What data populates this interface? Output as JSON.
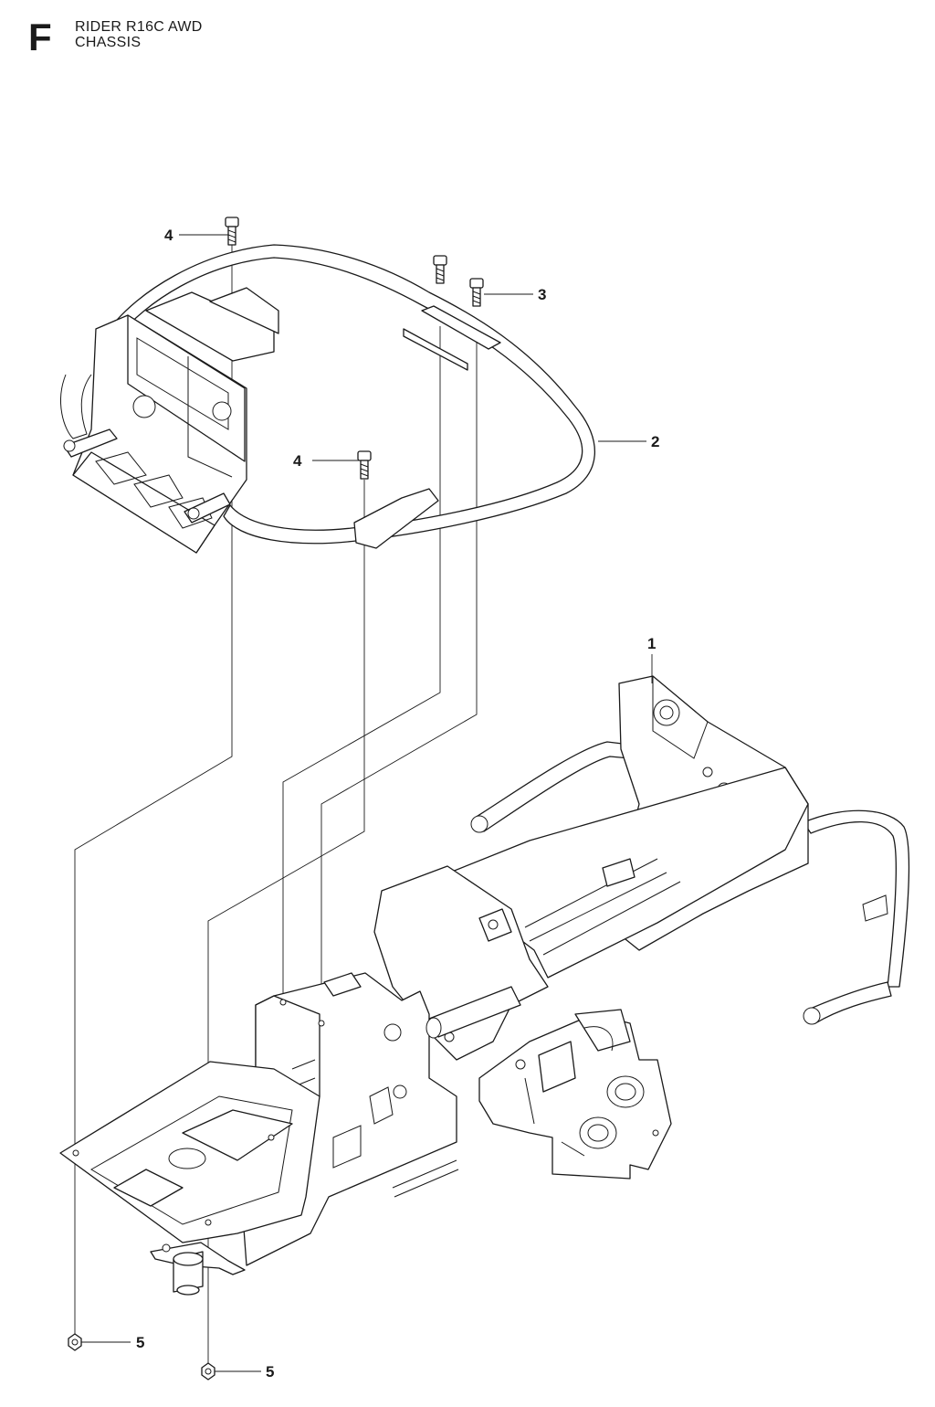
{
  "header": {
    "section_letter": "F",
    "model": "RIDER R16C AWD",
    "section": "CHASSIS"
  },
  "callouts": [
    {
      "id": "c1",
      "label": "1",
      "part": "frame"
    },
    {
      "id": "c2",
      "label": "2",
      "part": "roll-bar"
    },
    {
      "id": "c3",
      "label": "3",
      "part": "bolt"
    },
    {
      "id": "c4a",
      "label": "4",
      "part": "bolt"
    },
    {
      "id": "c4b",
      "label": "4",
      "part": "bolt"
    },
    {
      "id": "c5a",
      "label": "5",
      "part": "nut"
    },
    {
      "id": "c5b",
      "label": "5",
      "part": "nut"
    }
  ]
}
